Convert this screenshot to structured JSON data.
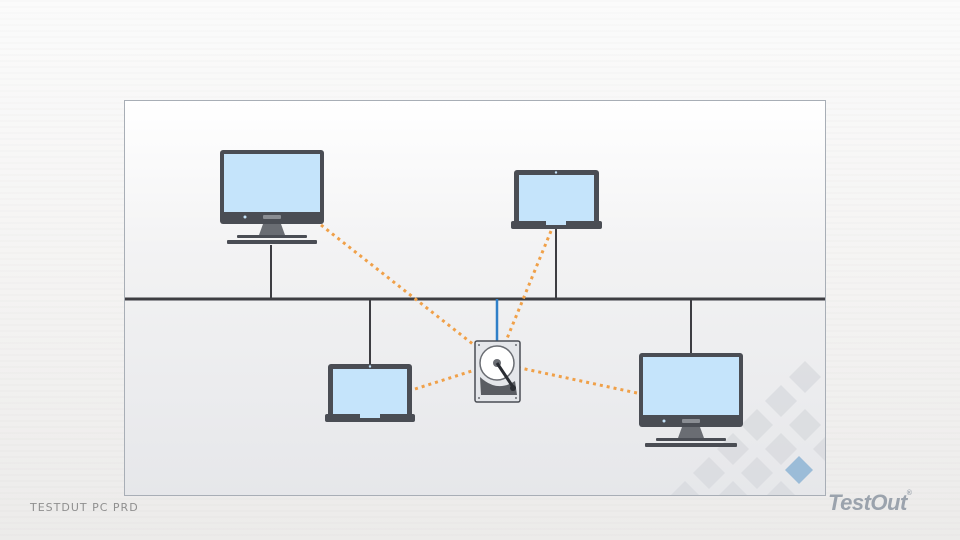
{
  "footer": {
    "course_label": "TESTDUT PC PRD",
    "brand_name": "TestOut",
    "brand_mark": "®"
  },
  "diagram": {
    "bus_color": "#3d3d42",
    "device_body_color": "#4a4d54",
    "screen_color": "#c5e4fb",
    "connection_color": "#f0a048",
    "uplink_color": "#2f7fc8",
    "nodes": [
      {
        "name": "desktop-top-left",
        "kind": "desktop monitor"
      },
      {
        "name": "laptop-top-right",
        "kind": "laptop"
      },
      {
        "name": "laptop-bottom-left",
        "kind": "laptop"
      },
      {
        "name": "desktop-bottom-right",
        "kind": "desktop monitor"
      },
      {
        "name": "hard-drive-center",
        "kind": "hard disk drive"
      }
    ],
    "links": [
      "desktop-top-left",
      "laptop-top-right",
      "laptop-bottom-left",
      "desktop-bottom-right"
    ]
  }
}
